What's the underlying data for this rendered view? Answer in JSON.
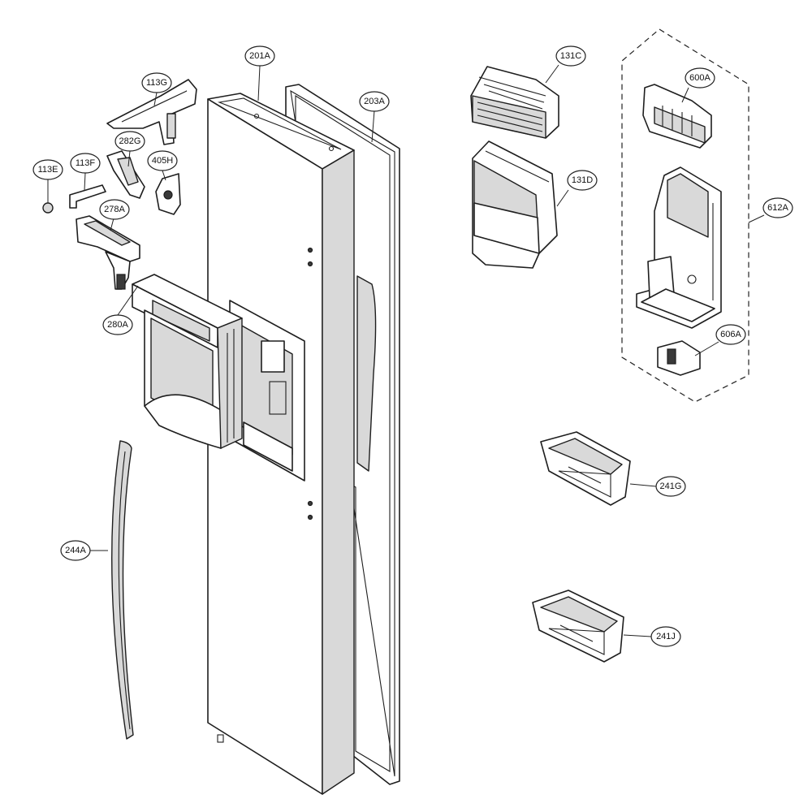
{
  "diagram": {
    "callouts": [
      {
        "id": "201A",
        "label": "201A"
      },
      {
        "id": "203A",
        "label": "203A"
      },
      {
        "id": "113G",
        "label": "113G"
      },
      {
        "id": "282G",
        "label": "282G"
      },
      {
        "id": "405H",
        "label": "405H"
      },
      {
        "id": "113E",
        "label": "113E"
      },
      {
        "id": "113F",
        "label": "113F"
      },
      {
        "id": "278A",
        "label": "278A"
      },
      {
        "id": "280A",
        "label": "280A"
      },
      {
        "id": "244A",
        "label": "244A"
      },
      {
        "id": "131C",
        "label": "131C"
      },
      {
        "id": "131D",
        "label": "131D"
      },
      {
        "id": "600A",
        "label": "600A"
      },
      {
        "id": "612A",
        "label": "612A"
      },
      {
        "id": "606A",
        "label": "606A"
      },
      {
        "id": "241G",
        "label": "241G"
      },
      {
        "id": "241J",
        "label": "241J"
      }
    ]
  }
}
